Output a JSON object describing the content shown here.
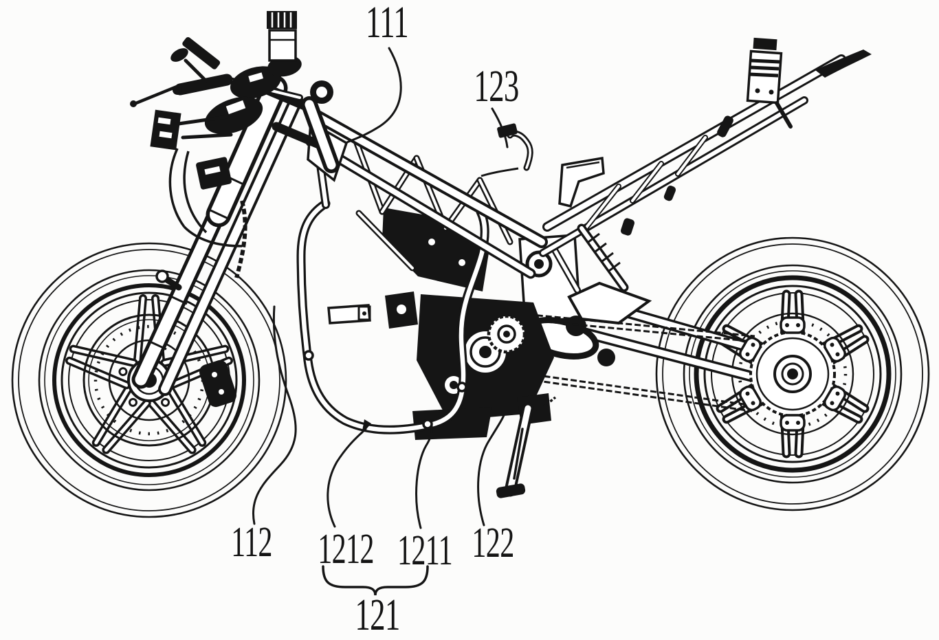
{
  "figure": {
    "kind": "patent line drawing",
    "subject": "motorcycle chassis frame, right-side elevation view",
    "background_color": "#fcfcfb",
    "ink_color": "#151515",
    "labels": [
      {
        "id": "111",
        "text": "111"
      },
      {
        "id": "123",
        "text": "123"
      },
      {
        "id": "112",
        "text": "112"
      },
      {
        "id": "1212",
        "text": "1212"
      },
      {
        "id": "1211",
        "text": "1211"
      },
      {
        "id": "122",
        "text": "122"
      },
      {
        "id": "121",
        "text": "121"
      }
    ],
    "brace": {
      "spans": [
        "1212",
        "1211"
      ],
      "group_label": "121"
    }
  }
}
